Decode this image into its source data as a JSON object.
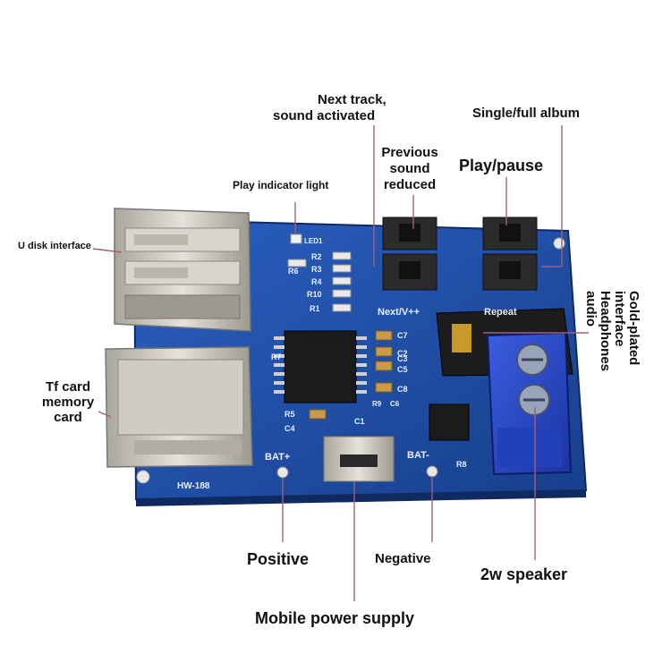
{
  "labels": {
    "next_track": "Next track,",
    "sound_activated": "sound activated",
    "single_full_album": "Single/full album",
    "previous": "Previous",
    "sound": "sound",
    "reduced": "reduced",
    "play_pause": "Play/pause",
    "play_indicator_light": "Play indicator light",
    "u_disk_interface": "U disk interface",
    "tf_card": "Tf card",
    "memory": "memory",
    "card": "card",
    "gold_plated": "Gold-plated",
    "interface": "interface",
    "headphones": "Headphones",
    "audio": "audio",
    "positive": "Positive",
    "negative": "Negative",
    "speaker": "2w speaker",
    "mobile_power_supply": "Mobile power supply"
  },
  "board_silkscreen": {
    "led1": "LED1",
    "r2": "R2",
    "r3": "R3",
    "r4": "R4",
    "r6": "R6",
    "r10": "R10",
    "r1": "R1",
    "r5": "R5",
    "r7": "R7",
    "r8": "R8",
    "r9": "R9",
    "c1": "C1",
    "c2": "C2",
    "c3": "C3",
    "c4": "C4",
    "c5": "C5",
    "c6": "C6",
    "c7": "C7",
    "c8": "C8",
    "next_v": "Next/V++",
    "repeat": "Repeat",
    "bat_plus": "BAT+",
    "bat_minus": "BAT-",
    "model": "HW-188"
  },
  "colors": {
    "pcb": "#1f4fa8",
    "pcb_dark": "#16397a",
    "terminal_block": "#2748c8",
    "metal": "#c8c8c0",
    "label_text": "#111111",
    "leader_line": "#a0607a"
  }
}
